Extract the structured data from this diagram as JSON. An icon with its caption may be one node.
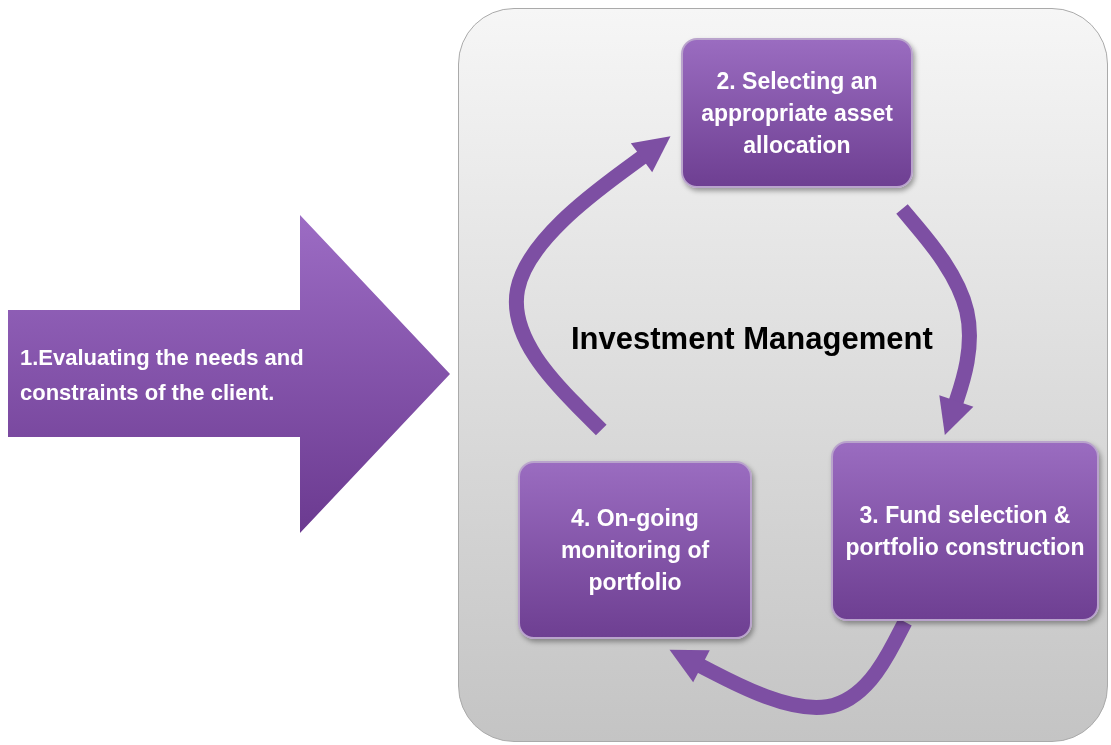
{
  "diagram": {
    "nodes": [
      {
        "text": [
          "1.Evaluating the needs and constraints of the client."
        ]
      },
      {
        "text": [
          "Investment Management"
        ]
      },
      {
        "text": [
          "2. Selecting an appropriate asset allocation"
        ],
        "in": 1
      },
      {
        "text": [
          "3. Fund selection & portfolio construction"
        ],
        "in": 1
      },
      {
        "text": [
          "4. On-going monitoring of portfolio"
        ],
        "in": 1
      }
    ],
    "edges": [
      {
        "from": 2,
        "to": 3,
        "arrow": "to"
      },
      {
        "from": 3,
        "to": 4,
        "arrow": "to"
      },
      {
        "from": 4,
        "to": 2,
        "arrow": "to"
      }
    ]
  }
}
